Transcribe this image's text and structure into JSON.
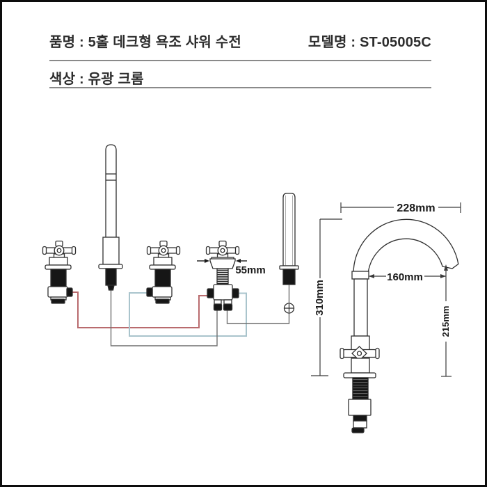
{
  "header": {
    "product": "품명 : 5홀 데크형 욕조 샤워 수전",
    "model": "모델명 : ST-05005C",
    "color": "색상 : 유광 크롬"
  },
  "diagram": {
    "labels": {
      "diverter_flange_width": "55mm",
      "overall_reach": "228mm",
      "overall_height": "310mm",
      "spout_reach": "160mm",
      "outlet_height": "215mm"
    },
    "colors": {
      "hot_hose": "#b96b6e",
      "cold_hose": "#a9c4cc",
      "neutral_hose": "#6f6f6f",
      "outline": "#2f2f2f"
    }
  }
}
